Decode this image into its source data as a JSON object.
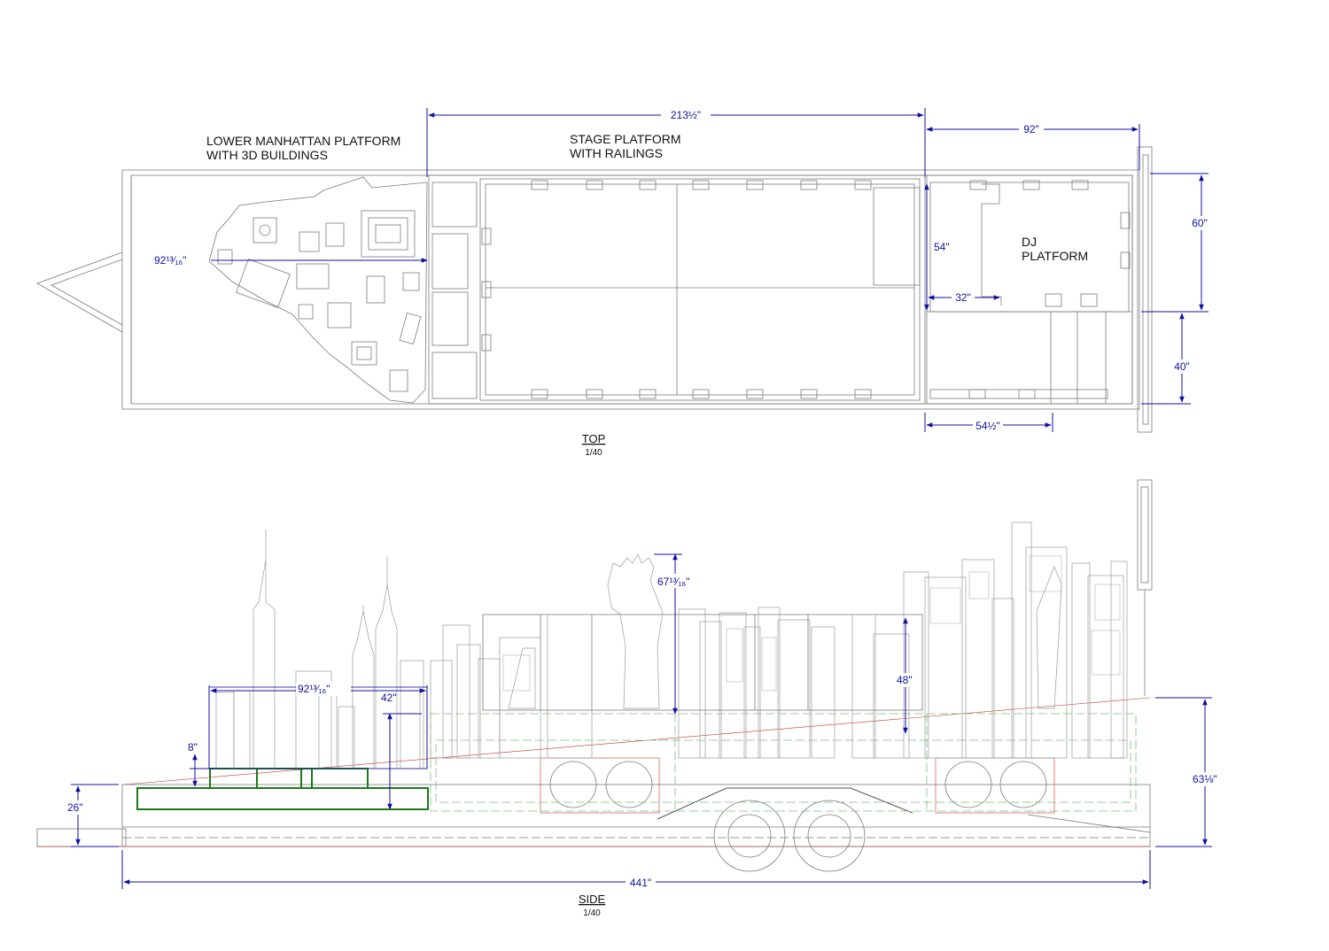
{
  "labels": {
    "lower_manhattan_1": "LOWER MANHATTAN PLATFORM",
    "lower_manhattan_2": "WITH 3D BUILDINGS",
    "stage_1": "STAGE PLATFORM",
    "stage_2": "WITH RAILINGS",
    "dj_1": "DJ",
    "dj_2": "PLATFORM"
  },
  "views": {
    "top": {
      "title": "TOP",
      "scale": "1/40"
    },
    "side": {
      "title": "SIDE",
      "scale": "1/40"
    }
  },
  "dimensions": {
    "stage_length": "213½\"",
    "dj_length": "92\"",
    "width_60": "60\"",
    "width_40": "40\"",
    "dj_54": "54\"",
    "dj_32": "32\"",
    "bottom_54": "54½\"",
    "manhattan_top": "92¹³⁄₁₆\"",
    "manhattan_side": "92¹³⁄₁₆\"",
    "statue_height": "67¹³⁄₁₆\"",
    "height_48": "48\"",
    "height_42": "42\"",
    "height_8": "8\"",
    "height_26": "26\"",
    "total_height": "63⅛\"",
    "total_length": "441\""
  }
}
